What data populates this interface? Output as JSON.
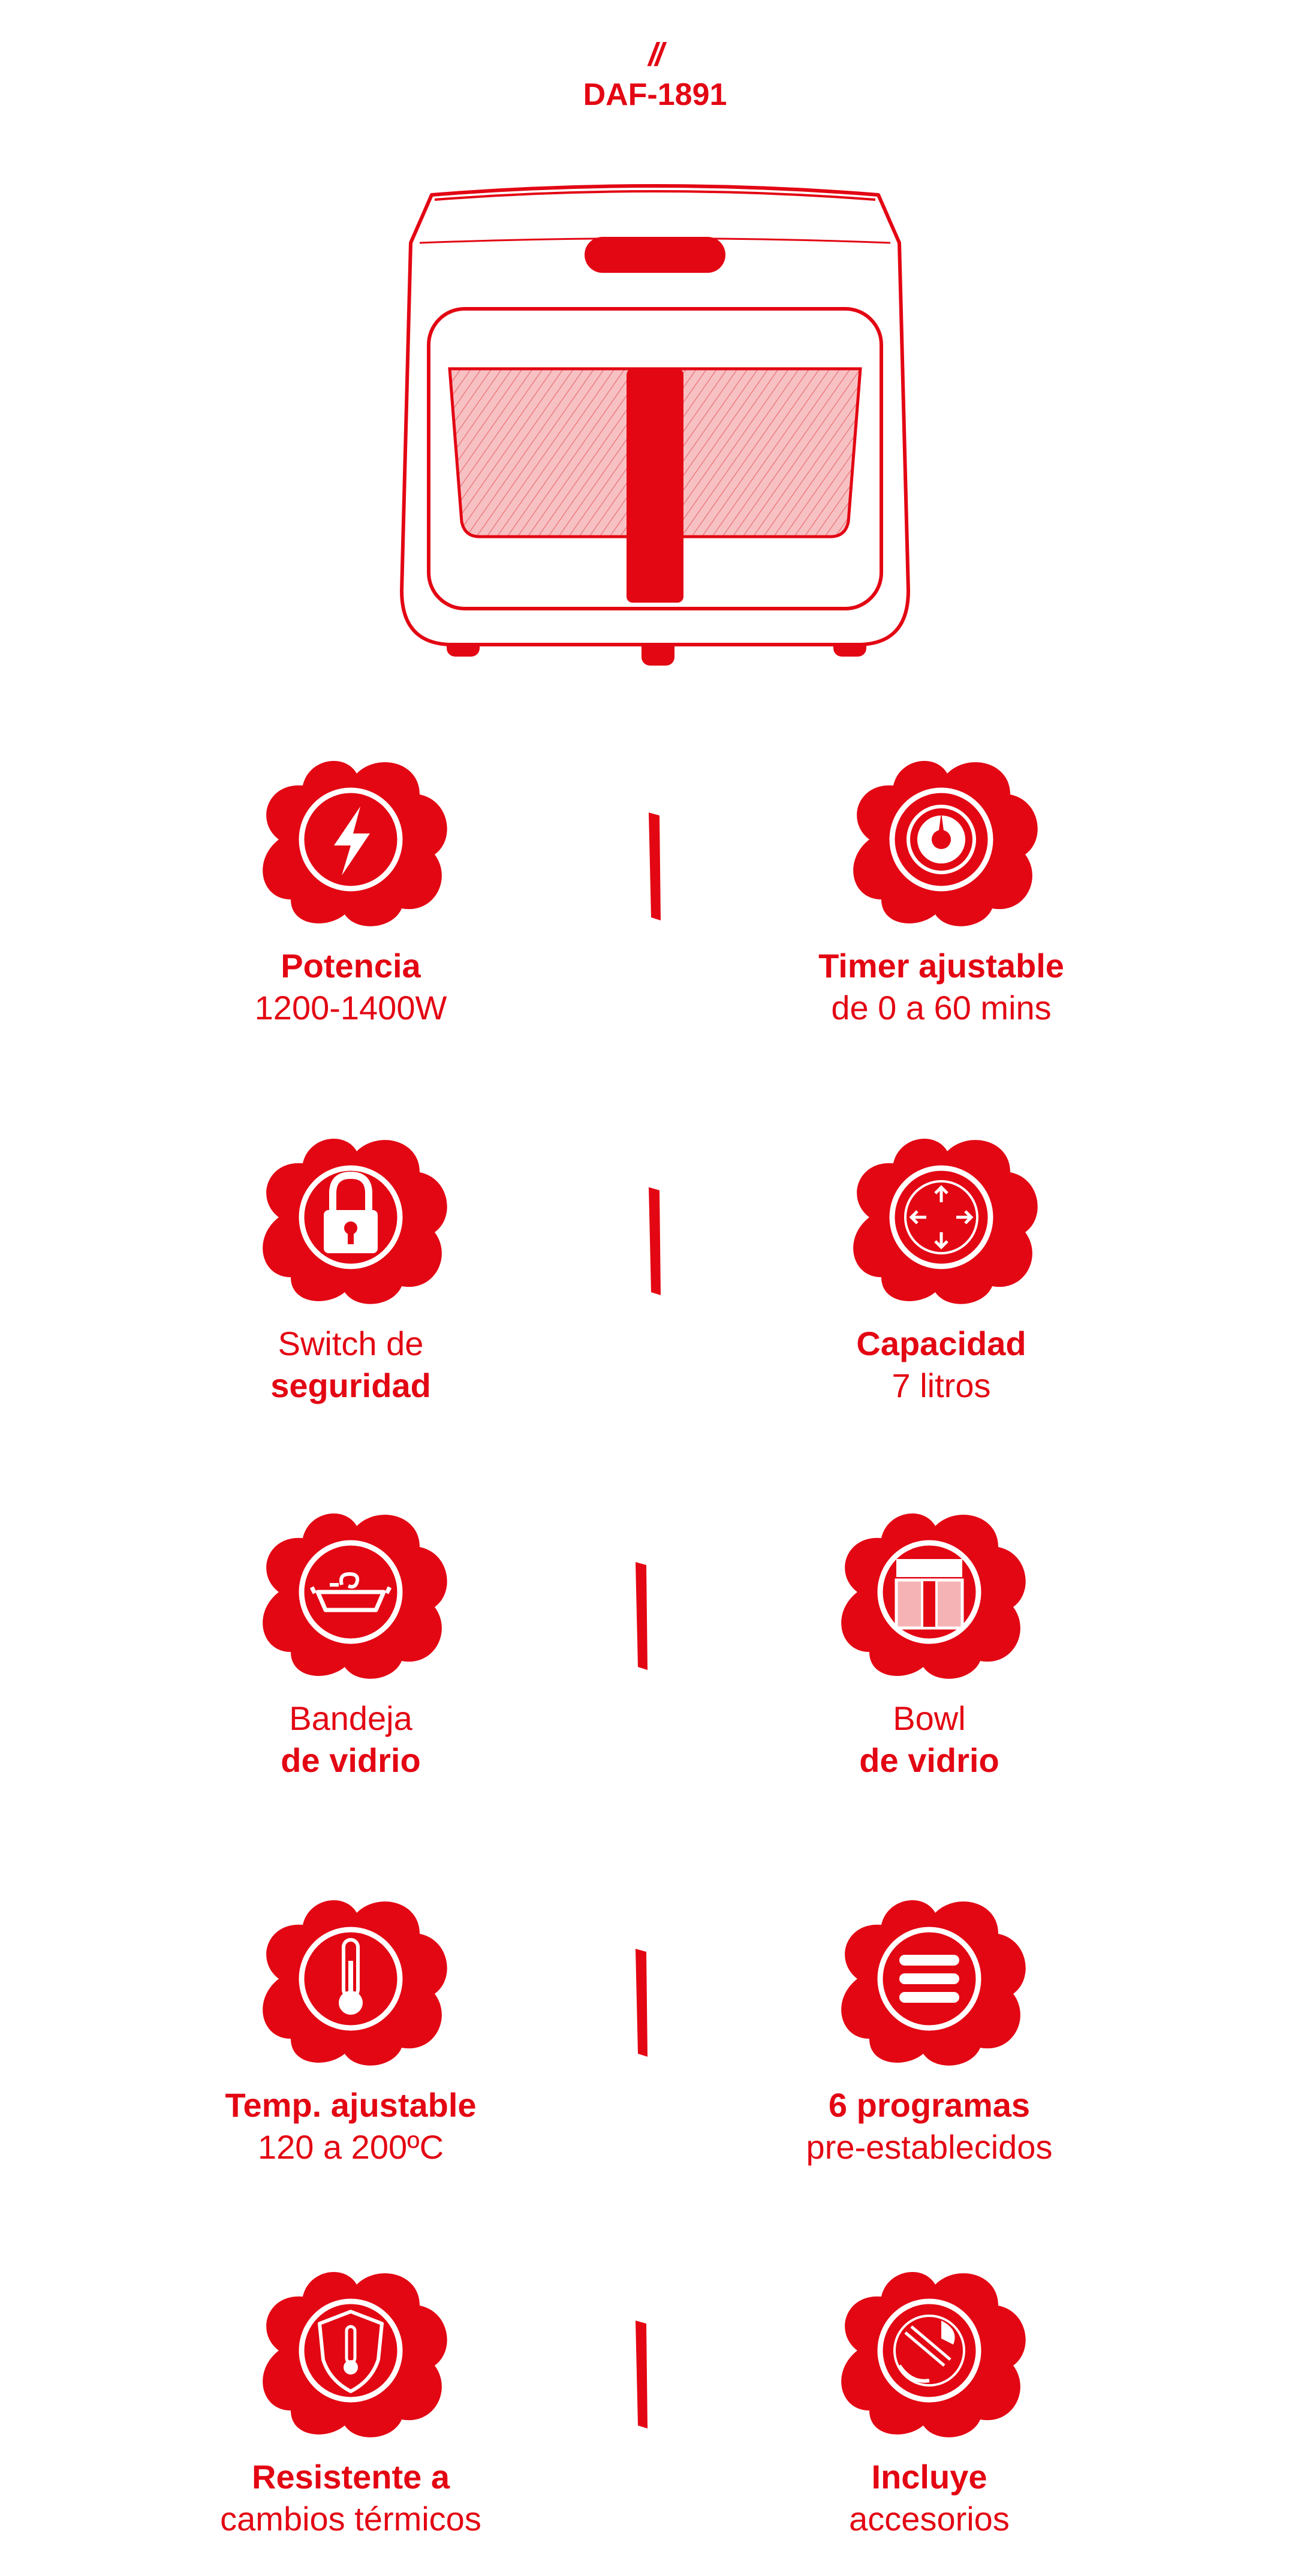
{
  "header": {
    "mark": "//",
    "model": "DAF-1891"
  },
  "colors": {
    "accent": "#e30613",
    "window": "#f5b3b5"
  },
  "features": [
    {
      "icon": "lightning-icon",
      "line1": "Potencia",
      "line2": "1200-1400W",
      "bold_line": 1
    },
    {
      "icon": "timer-dial-icon",
      "line1": "Timer ajustable",
      "line2": "de 0 a 60 mins",
      "bold_line": 1
    },
    {
      "icon": "padlock-icon",
      "line1": "Switch de",
      "line2": "seguridad",
      "bold_line": 2
    },
    {
      "icon": "capacity-arrows-icon",
      "line1": "Capacidad",
      "line2": "7 litros",
      "bold_line": 1
    },
    {
      "icon": "glass-tray-icon",
      "line1": "Bandeja",
      "line2": "de vidrio",
      "bold_line": 2
    },
    {
      "icon": "glass-bowl-icon",
      "line1": "Bowl",
      "line2": "de vidrio",
      "bold_line": 2
    },
    {
      "icon": "thermometer-icon",
      "line1": "Temp. ajustable",
      "line2": "120 a 200ºC",
      "bold_line": 1
    },
    {
      "icon": "programs-menu-icon",
      "line1": "6 programas",
      "line2": "pre-establecidos",
      "bold_line": 1
    },
    {
      "icon": "thermal-shield-icon",
      "line1": "Resistente a",
      "line2": "cambios térmicos",
      "bold_line": 1
    },
    {
      "icon": "accessories-icon",
      "line1": "Incluye",
      "line2": "accesorios",
      "bold_line": 1
    }
  ]
}
